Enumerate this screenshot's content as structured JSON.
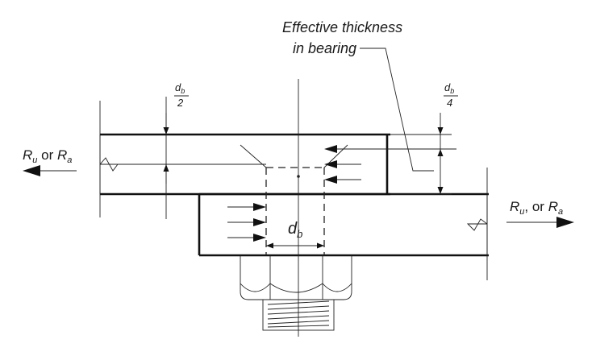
{
  "annotations": {
    "effective_line1": "Effective thickness",
    "effective_line2": "in bearing",
    "half_db_num": "d",
    "half_db_sub": "b",
    "half_db_den": "2",
    "quarter_db_num": "d",
    "quarter_db_sub": "b",
    "quarter_db_den": "4",
    "db_main": "d",
    "db_sub": "b"
  },
  "loads": {
    "left": {
      "r1": "R",
      "s1": "u",
      "mid": " or ",
      "r2": "R",
      "s2": "a"
    },
    "right": {
      "r1": "R",
      "s1": "u",
      "mid": ", or ",
      "r2": "R",
      "s2": "a"
    }
  }
}
